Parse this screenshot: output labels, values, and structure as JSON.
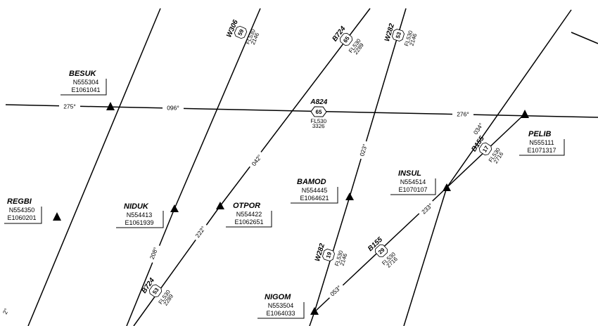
{
  "map": {
    "type": "enroute-navigation-chart",
    "colors": {
      "background": "#ffffff",
      "ink": "#000000"
    },
    "waypoints": [
      {
        "id": "besuk",
        "name": "BESUK",
        "lat": "N555304",
        "lon": "E1061041"
      },
      {
        "id": "regbi",
        "name": "REGBI",
        "lat": "N554350",
        "lon": "E1060201"
      },
      {
        "id": "niduk",
        "name": "NIDUK",
        "lat": "N554413",
        "lon": "E1061939"
      },
      {
        "id": "otpor",
        "name": "OTPOR",
        "lat": "N554422",
        "lon": "E1062651"
      },
      {
        "id": "bamod",
        "name": "BAMOD",
        "lat": "N554445",
        "lon": "E1064621"
      },
      {
        "id": "insul",
        "name": "INSUL",
        "lat": "N554514",
        "lon": "E1070107"
      },
      {
        "id": "pelib",
        "name": "PELIB",
        "lat": "N555111",
        "lon": "E1071317"
      },
      {
        "id": "nigom",
        "name": "NIGOM",
        "lat": "N553504",
        "lon": "E1064033"
      }
    ],
    "airways": [
      {
        "id": "w306",
        "name": "W306",
        "distance": "59",
        "level": "FL530",
        "alt": "2146"
      },
      {
        "id": "b724_top",
        "name": "B724",
        "distance": "65",
        "level": "FL530",
        "alt": "2289"
      },
      {
        "id": "w282_top",
        "name": "W282",
        "distance": "53",
        "level": "FL530",
        "alt": "2146"
      },
      {
        "id": "a824",
        "name": "A824",
        "distance": "65",
        "level": "FL530",
        "alt": "3326"
      },
      {
        "id": "b155_top",
        "name": "B155",
        "distance": "17",
        "level": "FL530",
        "alt": "2716"
      },
      {
        "id": "w282_bot",
        "name": "W282",
        "distance": "19",
        "level": "FL530",
        "alt": "2146"
      },
      {
        "id": "b155_bot",
        "name": "B155",
        "distance": "29",
        "level": "FL530",
        "alt": "2716"
      },
      {
        "id": "b724_bot",
        "name": "B724",
        "distance": "53",
        "level": "FL530",
        "alt": "2289"
      }
    ],
    "bearings": {
      "b275": "275°",
      "b096": "096°",
      "b276": "276°",
      "b034": "034°",
      "b042": "042°",
      "b023": "023°",
      "b222": "222°",
      "b208": "208°",
      "b233": "233°",
      "b053": "053°",
      "edge_left": "2°"
    }
  }
}
